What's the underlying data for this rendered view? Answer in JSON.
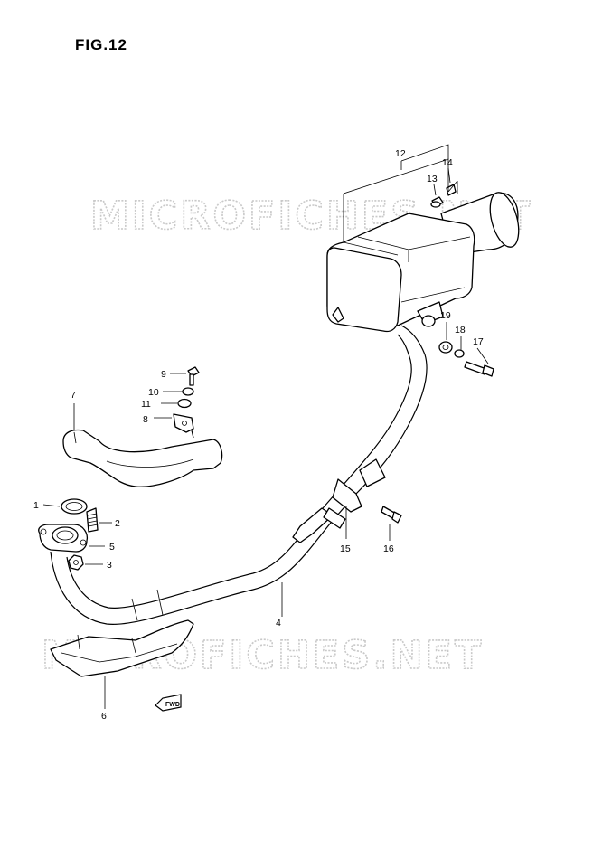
{
  "figure": {
    "title": "FIG.12"
  },
  "watermark": {
    "text": "MICROFICHES.NET"
  },
  "direction_badge": {
    "text": "FWD"
  },
  "callouts": [
    {
      "id": "c1",
      "number": "1"
    },
    {
      "id": "c2",
      "number": "2"
    },
    {
      "id": "c3",
      "number": "3"
    },
    {
      "id": "c4",
      "number": "4"
    },
    {
      "id": "c5",
      "number": "5"
    },
    {
      "id": "c6",
      "number": "6"
    },
    {
      "id": "c7",
      "number": "7"
    },
    {
      "id": "c8",
      "number": "8"
    },
    {
      "id": "c9",
      "number": "9"
    },
    {
      "id": "c10",
      "number": "10"
    },
    {
      "id": "c11",
      "number": "11"
    },
    {
      "id": "c12",
      "number": "12"
    },
    {
      "id": "c13",
      "number": "13"
    },
    {
      "id": "c14",
      "number": "14"
    },
    {
      "id": "c15",
      "number": "15"
    },
    {
      "id": "c16",
      "number": "16"
    },
    {
      "id": "c17",
      "number": "17"
    },
    {
      "id": "c18",
      "number": "18"
    },
    {
      "id": "c19",
      "number": "19"
    }
  ]
}
